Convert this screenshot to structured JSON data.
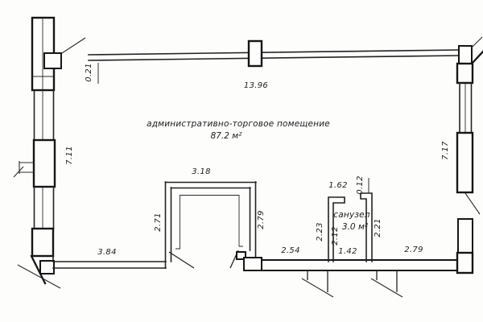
{
  "drawing": {
    "type": "floor-plan",
    "paper_color": "#fdfdfc",
    "ink_color": "#1c1c1c"
  },
  "rooms": {
    "main": {
      "name": "административно-торговое помещение",
      "area": "87.2 м²"
    },
    "wc": {
      "name": "санузел",
      "area": "3.0 м²"
    }
  },
  "dimensions": {
    "top_offset": "0.21",
    "top_width": "13.96",
    "left_height": "7.11",
    "right_height": "7.17",
    "niche_width": "3.18",
    "niche_left_depth": "2.71",
    "niche_right_depth": "2.79",
    "bottom_left": "3.84",
    "bottom_middle": "2.54",
    "bottom_right": "2.79",
    "wc_top": "1.62",
    "wc_wall_thickness": "0.12",
    "wc_left_outer": "2.23",
    "wc_left_inner": "2.12",
    "wc_right": "2.21",
    "wc_bottom": "1.42"
  }
}
